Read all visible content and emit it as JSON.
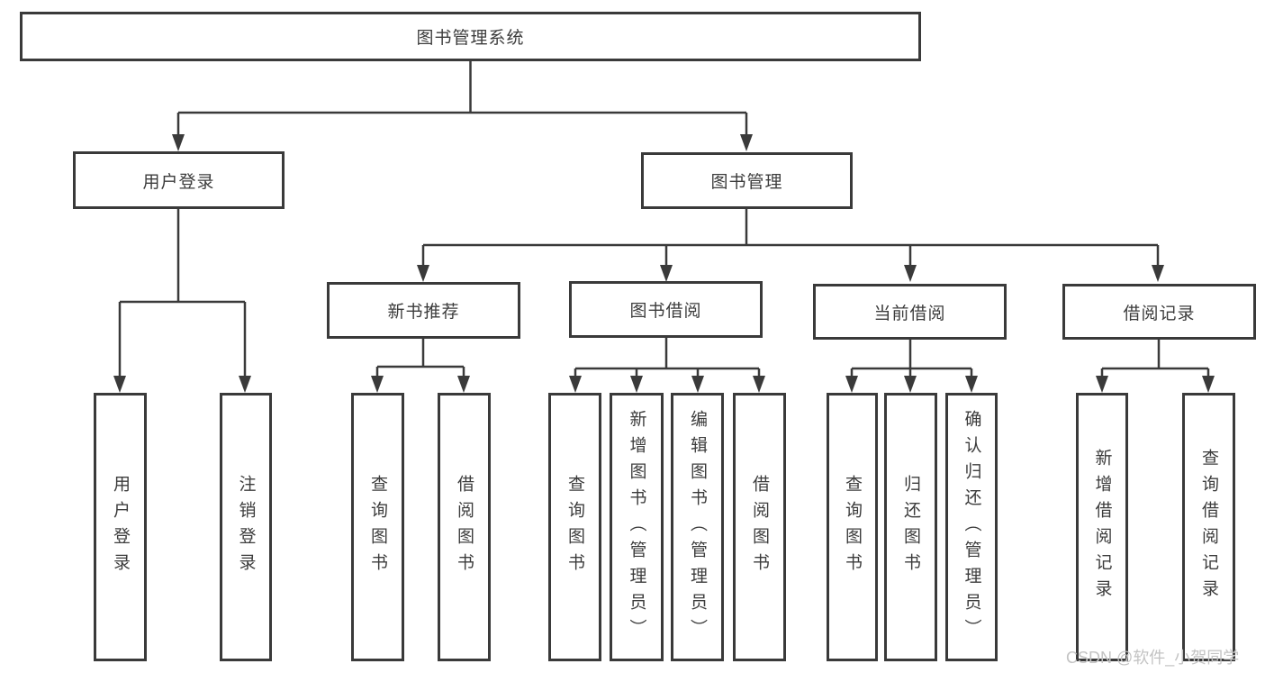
{
  "nodes": {
    "root": {
      "label": "图书管理系统"
    },
    "l2": [
      {
        "id": "user-login",
        "label": "用户登录"
      },
      {
        "id": "book-management",
        "label": "图书管理"
      }
    ],
    "l3": [
      {
        "id": "new-book-recommend",
        "label": "新书推荐"
      },
      {
        "id": "book-borrow",
        "label": "图书借阅"
      },
      {
        "id": "current-borrow",
        "label": "当前借阅"
      },
      {
        "id": "borrow-records",
        "label": "借阅记录"
      }
    ],
    "l4": [
      {
        "parent": "user-login",
        "label": "用户登录"
      },
      {
        "parent": "user-login",
        "label": "注销登录"
      },
      {
        "parent": "new-book-recommend",
        "label": "查询图书"
      },
      {
        "parent": "new-book-recommend",
        "label": "借阅图书"
      },
      {
        "parent": "book-borrow",
        "label": "查询图书"
      },
      {
        "parent": "book-borrow",
        "label": "新增图书（管理员）"
      },
      {
        "parent": "book-borrow",
        "label": "编辑图书（管理员）"
      },
      {
        "parent": "book-borrow",
        "label": "借阅图书"
      },
      {
        "parent": "current-borrow",
        "label": "查询图书"
      },
      {
        "parent": "current-borrow",
        "label": "归还图书"
      },
      {
        "parent": "current-borrow",
        "label": "确认归还（管理员）"
      },
      {
        "parent": "borrow-records",
        "label": "新增借阅记录"
      },
      {
        "parent": "borrow-records",
        "label": "查询借阅记录"
      }
    ]
  },
  "watermark": "CSDN @软件_小贺同学",
  "colors": {
    "line": "#3a3a3a",
    "text": "#3c3c3c",
    "background": "#ffffff",
    "watermark": "#c3c3c3"
  }
}
